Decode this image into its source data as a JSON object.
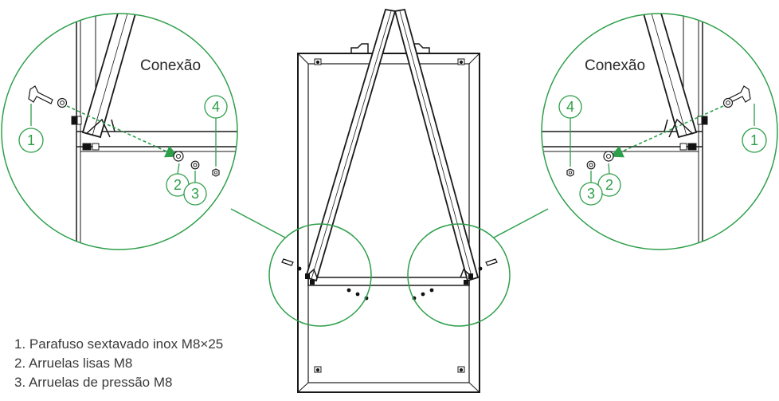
{
  "callout_left": {
    "title": "Conexão",
    "markers": [
      "1",
      "2",
      "3",
      "4"
    ]
  },
  "callout_right": {
    "title": "Conexão",
    "markers": [
      "1",
      "2",
      "3",
      "4"
    ]
  },
  "legend": [
    "1. Parafuso sextavado inox M8×25",
    "2. Arruelas lisas M8",
    "3. Arruelas de pressão M8"
  ],
  "colors": {
    "accent": "#2e9f4a",
    "line": "#1a1a1a",
    "text": "#3a3a3a"
  }
}
